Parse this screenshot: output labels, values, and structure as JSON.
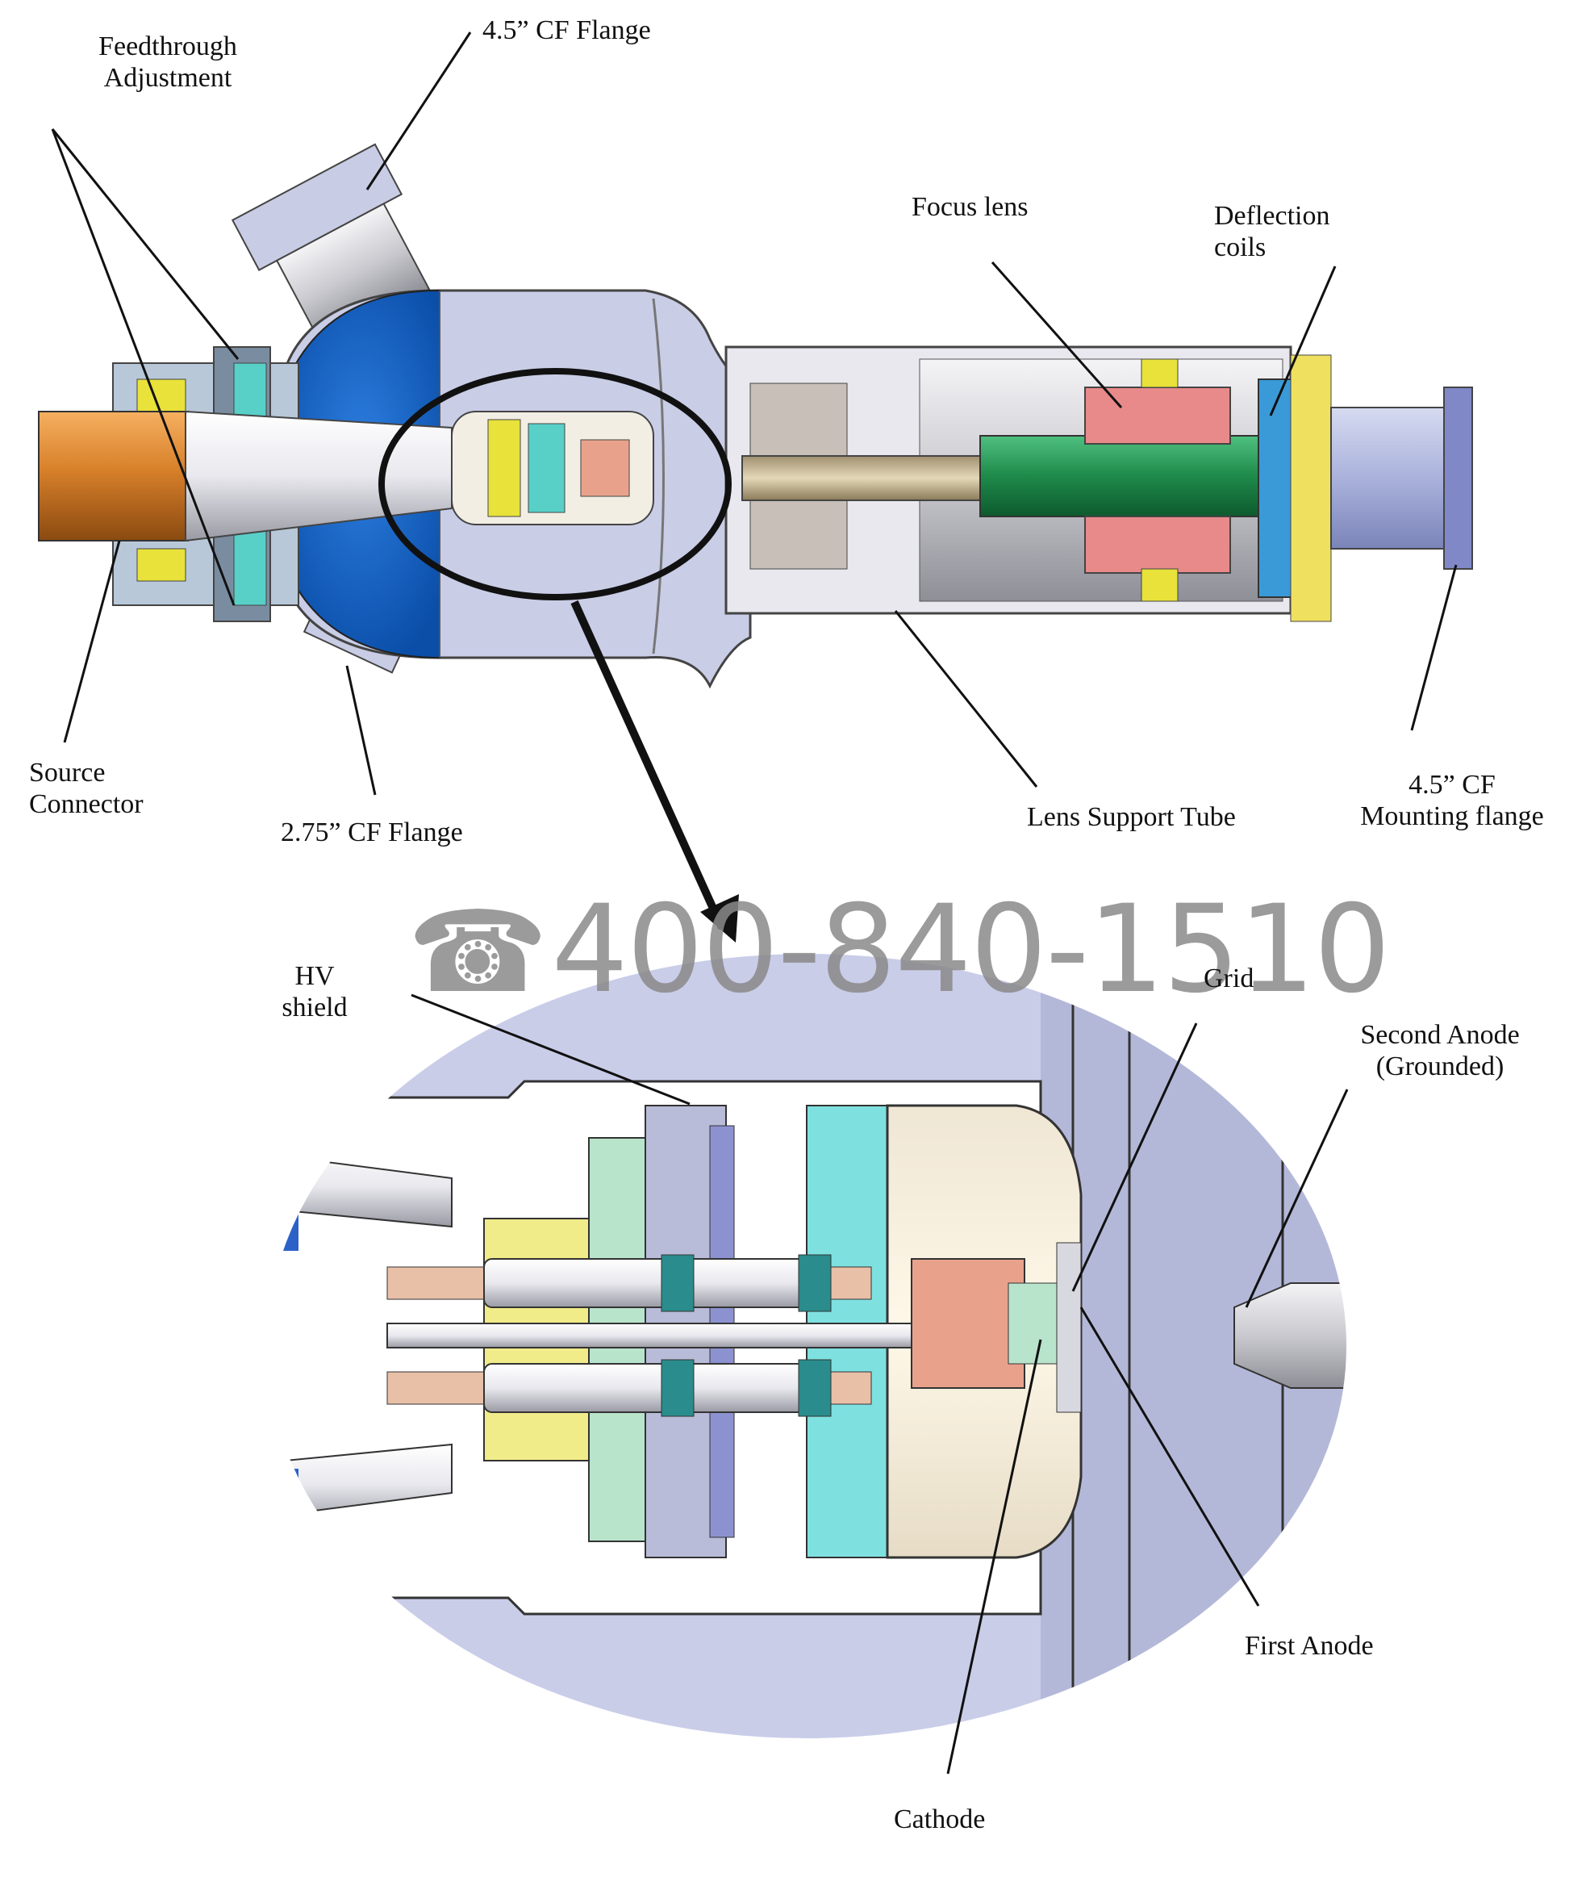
{
  "labels": {
    "feedthrough_adjustment_1": "Feedthrough",
    "feedthrough_adjustment_2": "Adjustment",
    "cf_flange_top": "4.5” CF Flange",
    "focus_lens": "Focus lens",
    "deflection_coils_1": "Deflection",
    "deflection_coils_2": "coils",
    "source_connector_1": "Source",
    "source_connector_2": "Connector",
    "cf_flange_small": "2.75” CF Flange",
    "lens_support_tube": "Lens Support Tube",
    "mounting_flange_1": "4.5” CF",
    "mounting_flange_2": "Mounting flange",
    "hv_shield_1": "HV",
    "hv_shield_2": "shield",
    "grid": "Grid",
    "second_anode_1": "Second Anode",
    "second_anode_2": "(Grounded)",
    "first_anode": "First Anode",
    "cathode": "Cathode"
  },
  "watermark": {
    "phone_icon": "☎",
    "number": "400-840-1510"
  },
  "colors": {
    "chamber_blue": "#1560c0",
    "copper_connector": "#d8802a",
    "green_tube": "#1e8a4a",
    "coil_pink": "#e88a8a",
    "yellow_parts": "#e8e23a",
    "lavender": "#aab2dc",
    "detail_bg": "#c9cde8"
  }
}
